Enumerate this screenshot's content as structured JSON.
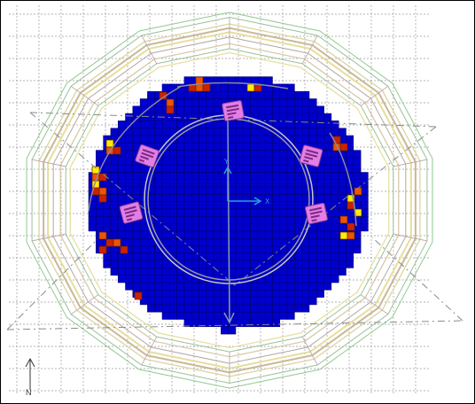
{
  "viewport": {
    "background": "#ffffff",
    "grid_color": "#9a9a9a",
    "fill_color": "#0000cc",
    "mesh_line_color": "#000066",
    "hot_cell_colors": [
      "#cc2200",
      "#ee5500",
      "#ffee00"
    ]
  },
  "axes": {
    "x_label": "X",
    "y_label": "Y",
    "color": "#2aa6c8"
  },
  "north_arrow": {
    "label": "N"
  },
  "labels_icon": "document-label-icon"
}
